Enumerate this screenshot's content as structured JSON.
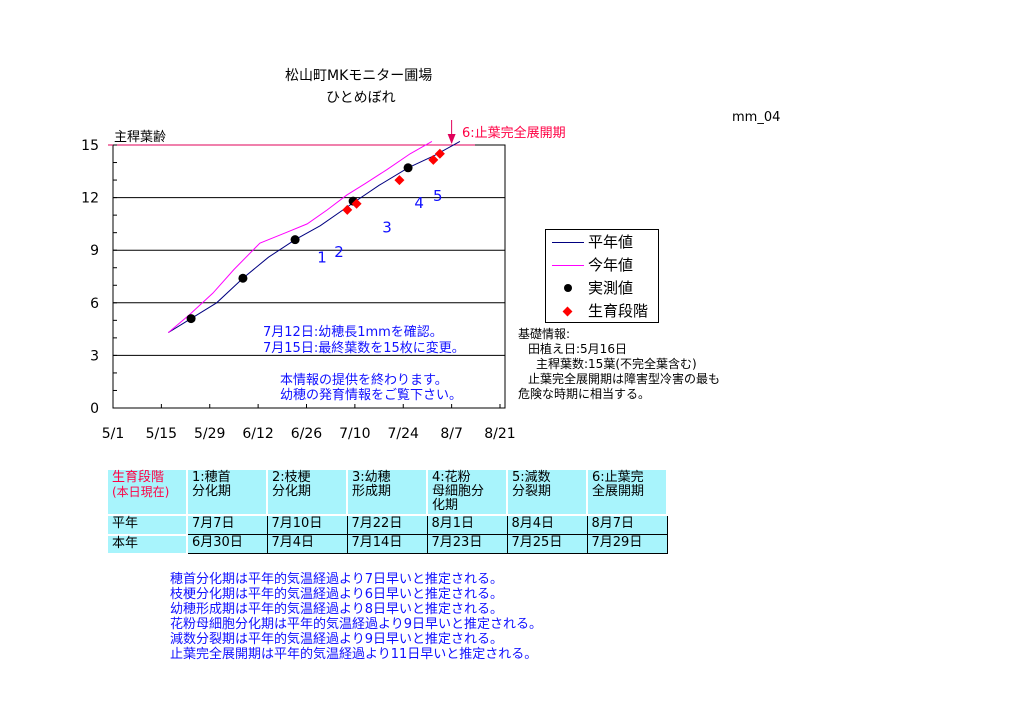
{
  "title": "松山町MKモニター圃場",
  "subtitle": "ひとめぼれ",
  "code": "mm_04",
  "chart_data": {
    "type": "line",
    "ylabel": "主稈葉齢",
    "ylim": [
      0,
      15
    ],
    "yticks": [
      0,
      3,
      6,
      9,
      12,
      15
    ],
    "xlim_days_from_may1": [
      0,
      112
    ],
    "xticks": [
      {
        "d": 0,
        "l": "5/1"
      },
      {
        "d": 14,
        "l": "5/15"
      },
      {
        "d": 28,
        "l": "5/29"
      },
      {
        "d": 42,
        "l": "6/12"
      },
      {
        "d": 56,
        "l": "6/26"
      },
      {
        "d": 70,
        "l": "7/10"
      },
      {
        "d": 84,
        "l": "7/24"
      },
      {
        "d": 98,
        "l": "8/7"
      },
      {
        "d": 112,
        "l": "8/21"
      }
    ],
    "grid": true,
    "series": [
      {
        "name": "平年値",
        "color": "#000080",
        "points": [
          [
            16,
            4.3
          ],
          [
            22.6,
            5.1
          ],
          [
            30,
            6.0
          ],
          [
            37.6,
            7.4
          ],
          [
            45,
            8.6
          ],
          [
            52.7,
            9.6
          ],
          [
            60,
            10.4
          ],
          [
            69.5,
            11.7
          ],
          [
            77,
            12.7
          ],
          [
            85.4,
            13.7
          ],
          [
            93,
            14.4
          ],
          [
            100.4,
            15.2
          ]
        ]
      },
      {
        "name": "今年値",
        "color": "#ff00ff",
        "points": [
          [
            16,
            4.3
          ],
          [
            22,
            5.3
          ],
          [
            28.9,
            6.55
          ],
          [
            35,
            7.9
          ],
          [
            42.5,
            9.4
          ],
          [
            50,
            10.0
          ],
          [
            56.2,
            10.5
          ],
          [
            62,
            11.3
          ],
          [
            67.7,
            12.15
          ],
          [
            73,
            12.8
          ],
          [
            79.3,
            13.6
          ],
          [
            86,
            14.5
          ],
          [
            92.3,
            15.2
          ]
        ]
      },
      {
        "name": "実測値",
        "color": "#000000",
        "marker": "circle",
        "points": [
          [
            22.6,
            5.1
          ],
          [
            37.6,
            7.4
          ],
          [
            52.7,
            9.6
          ],
          [
            69.5,
            11.8
          ],
          [
            85.4,
            13.7
          ]
        ]
      },
      {
        "name": "生育段階",
        "color": "#ff0000",
        "marker": "diamond",
        "points": [
          [
            67.8,
            11.3
          ],
          [
            70.5,
            11.65
          ],
          [
            82.9,
            13.0
          ],
          [
            92.7,
            14.15
          ],
          [
            94.6,
            14.5
          ]
        ]
      }
    ],
    "stage_labels": [
      {
        "t": "1",
        "d": 60.5,
        "y": 8.3
      },
      {
        "t": "2",
        "d": 65.4,
        "y": 8.6
      },
      {
        "t": "3",
        "d": 79.3,
        "y": 10.0
      },
      {
        "t": "4",
        "d": 88.6,
        "y": 11.4
      },
      {
        "t": "5",
        "d": 94,
        "y": 11.8
      }
    ],
    "arrow": {
      "d": 98,
      "label": "6:止葉完全展開期"
    },
    "annotations": [
      "7月12日:幼穂長1mmを確認。",
      "7月15日:最終葉数を15枚に変更。",
      "本情報の提供を終わります。",
      "幼穂の発育情報をご覧下さい。"
    ],
    "legend": [
      "平年値",
      "今年値",
      "実測値",
      "生育段階"
    ]
  },
  "info": {
    "heading": "基礎情報:",
    "planting": "田植え日:5月16日",
    "leaves": "主稈葉数:15葉(不完全葉含む)",
    "note1": "止葉完全展開期は障害型冷害の最も",
    "note2": "危険な時期に相当する。"
  },
  "table": {
    "corner1": "生育段階",
    "corner2": "(本日現在)",
    "stages": [
      "1:穂首\n分化期",
      "2:枝梗\n分化期",
      "3:幼穂\n形成期",
      "4:花粉\n母細胞分\n化期",
      "5:減数\n分裂期",
      "6:止葉完\n全展開期"
    ],
    "rows": [
      {
        "label": "平年",
        "values": [
          "7月7日",
          "7月10日",
          "7月22日",
          "8月1日",
          "8月4日",
          "8月7日"
        ]
      },
      {
        "label": "本年",
        "values": [
          "6月30日",
          "7月4日",
          "7月14日",
          "7月23日",
          "7月25日",
          "7月29日"
        ]
      }
    ]
  },
  "notes": [
    "穂首分化期は平年的気温経過より7日早いと推定される。",
    "枝梗分化期は平年的気温経過より6日早いと推定される。",
    "幼穂形成期は平年的気温経過より8日早いと推定される。",
    "花粉母細胞分化期は平年的気温経過より9日早いと推定される。",
    "減数分裂期は平年的気温経過より9日早いと推定される。",
    "止葉完全展開期は平年的気温経過より11日早いと推定される。"
  ]
}
